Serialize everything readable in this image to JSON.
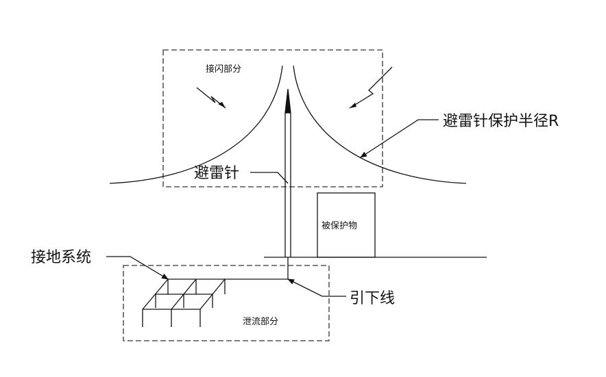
{
  "labels": {
    "air_terminal_zone": "接闪部分",
    "protection_radius": "避雷针保护半径R",
    "lightning_rod": "避雷针",
    "protected_object": "被保护物",
    "grounding_system": "接地系统",
    "down_conductor": "引下线",
    "discharge_zone": "泄流部分"
  },
  "icons": [
    "lightning-bolt-icon",
    "lightning-bolt-icon"
  ],
  "colors": {
    "line": "#111111",
    "background": "#ffffff"
  }
}
